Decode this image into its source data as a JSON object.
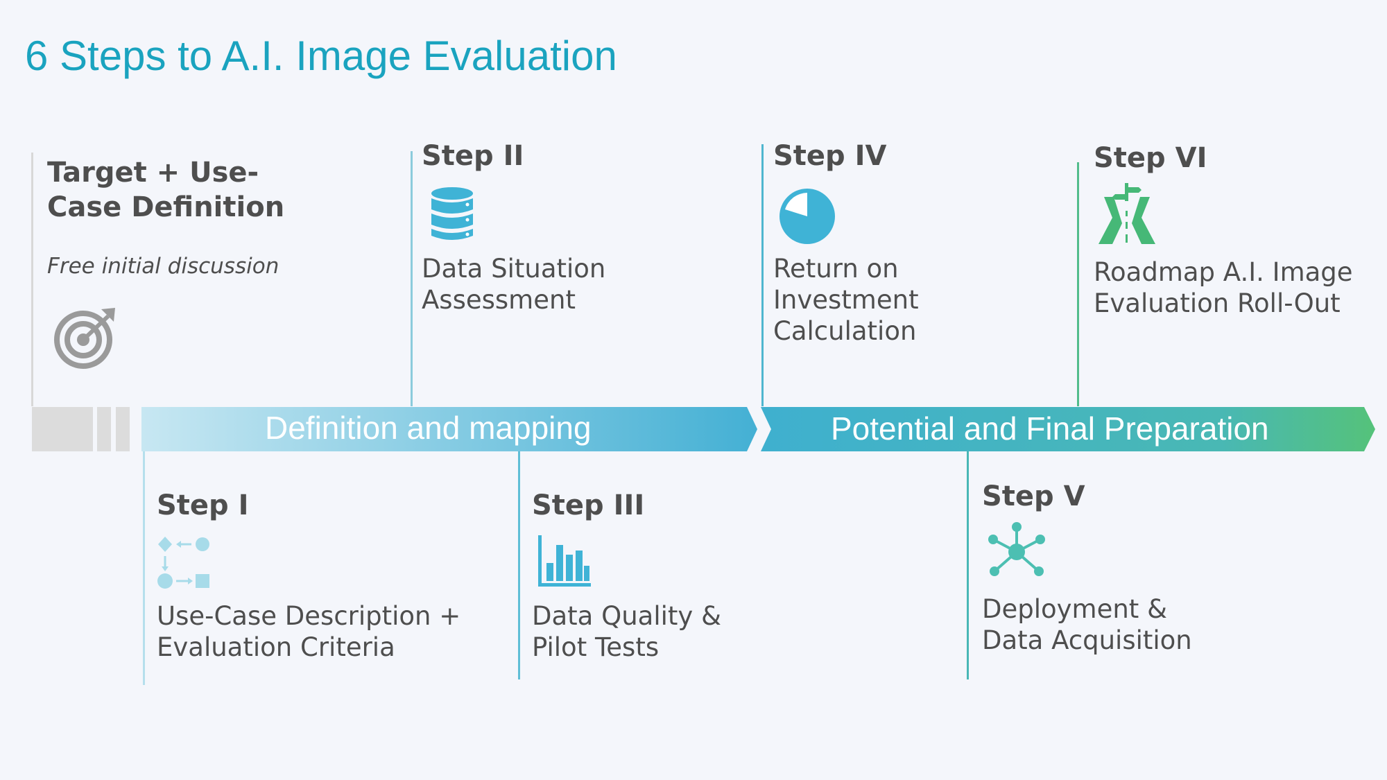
{
  "title": "6 Steps to A.I. Image Evaluation",
  "intro": {
    "heading_line1": "Target + Use-",
    "heading_line2": "Case Definition",
    "subtitle": "Free initial discussion",
    "icon": "target-icon"
  },
  "phases": [
    {
      "label": "Definition and mapping"
    },
    {
      "label": "Potential and Final Preparation"
    }
  ],
  "steps": [
    {
      "label": "Step I",
      "desc_line1": "Use-Case Description +",
      "desc_line2": "Evaluation Criteria",
      "icon": "flowchart-icon"
    },
    {
      "label": "Step II",
      "desc_line1": "Data Situation",
      "desc_line2": "Assessment",
      "icon": "database-icon"
    },
    {
      "label": "Step III",
      "desc_line1": "Data Quality &",
      "desc_line2": "Pilot Tests",
      "icon": "bar-chart-icon"
    },
    {
      "label": "Step IV",
      "desc_line1": "Return on",
      "desc_line2": "Investment",
      "desc_line3": "Calculation",
      "icon": "pie-chart-icon"
    },
    {
      "label": "Step V",
      "desc_line1": "Deployment &",
      "desc_line2": "Data Acquisition",
      "icon": "network-icon"
    },
    {
      "label": "Step VI",
      "desc_line1": "Roadmap A.I. Image",
      "desc_line2": "Evaluation Roll-Out",
      "icon": "road-signpost-icon"
    }
  ],
  "colors": {
    "title": "#1aa3bf",
    "text": "#4e4e4e",
    "band_start": "#c5e6f1",
    "band_mid": "#4ab3d3",
    "band_end": "#52c07a",
    "icon_light": "#a7dbe9",
    "icon_blue": "#3fb3d6",
    "icon_teal": "#4cbfb2",
    "icon_green": "#46b877",
    "icon_gray": "#9a9a9a"
  }
}
